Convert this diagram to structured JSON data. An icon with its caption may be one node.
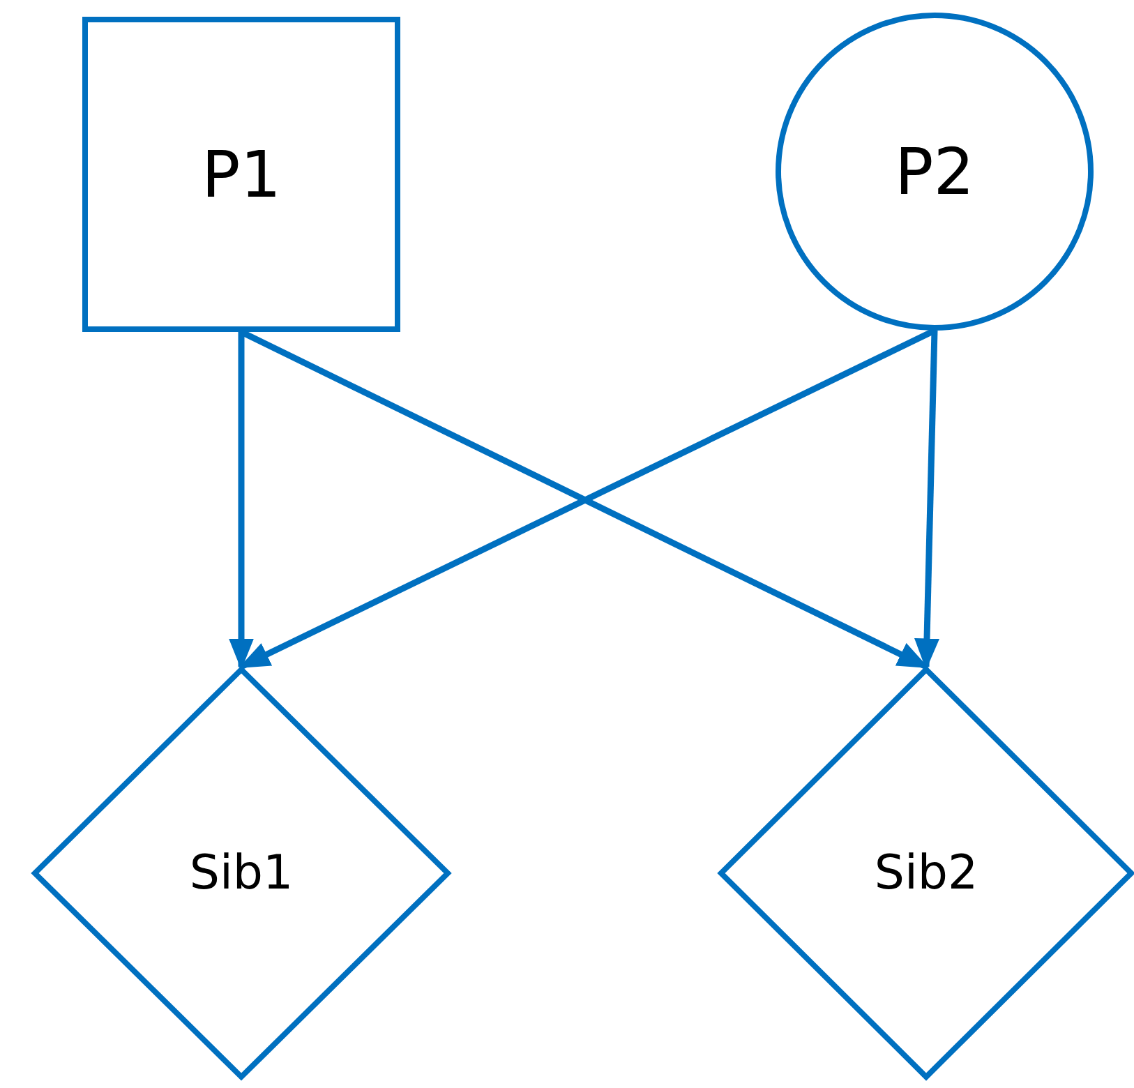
{
  "diagram": {
    "nodes": [
      {
        "text": [
          "P1"
        ]
      },
      {
        "text": [
          "P2"
        ]
      },
      {
        "text": [
          "Sib1"
        ]
      },
      {
        "text": [
          "Sib2"
        ]
      }
    ],
    "edges": [
      {
        "from": 0,
        "to": 2,
        "arrow": "to"
      },
      {
        "from": 0,
        "to": 3,
        "arrow": "to"
      },
      {
        "from": 1,
        "to": 2,
        "arrow": "to"
      },
      {
        "from": 1,
        "to": 3,
        "arrow": "to"
      }
    ]
  }
}
